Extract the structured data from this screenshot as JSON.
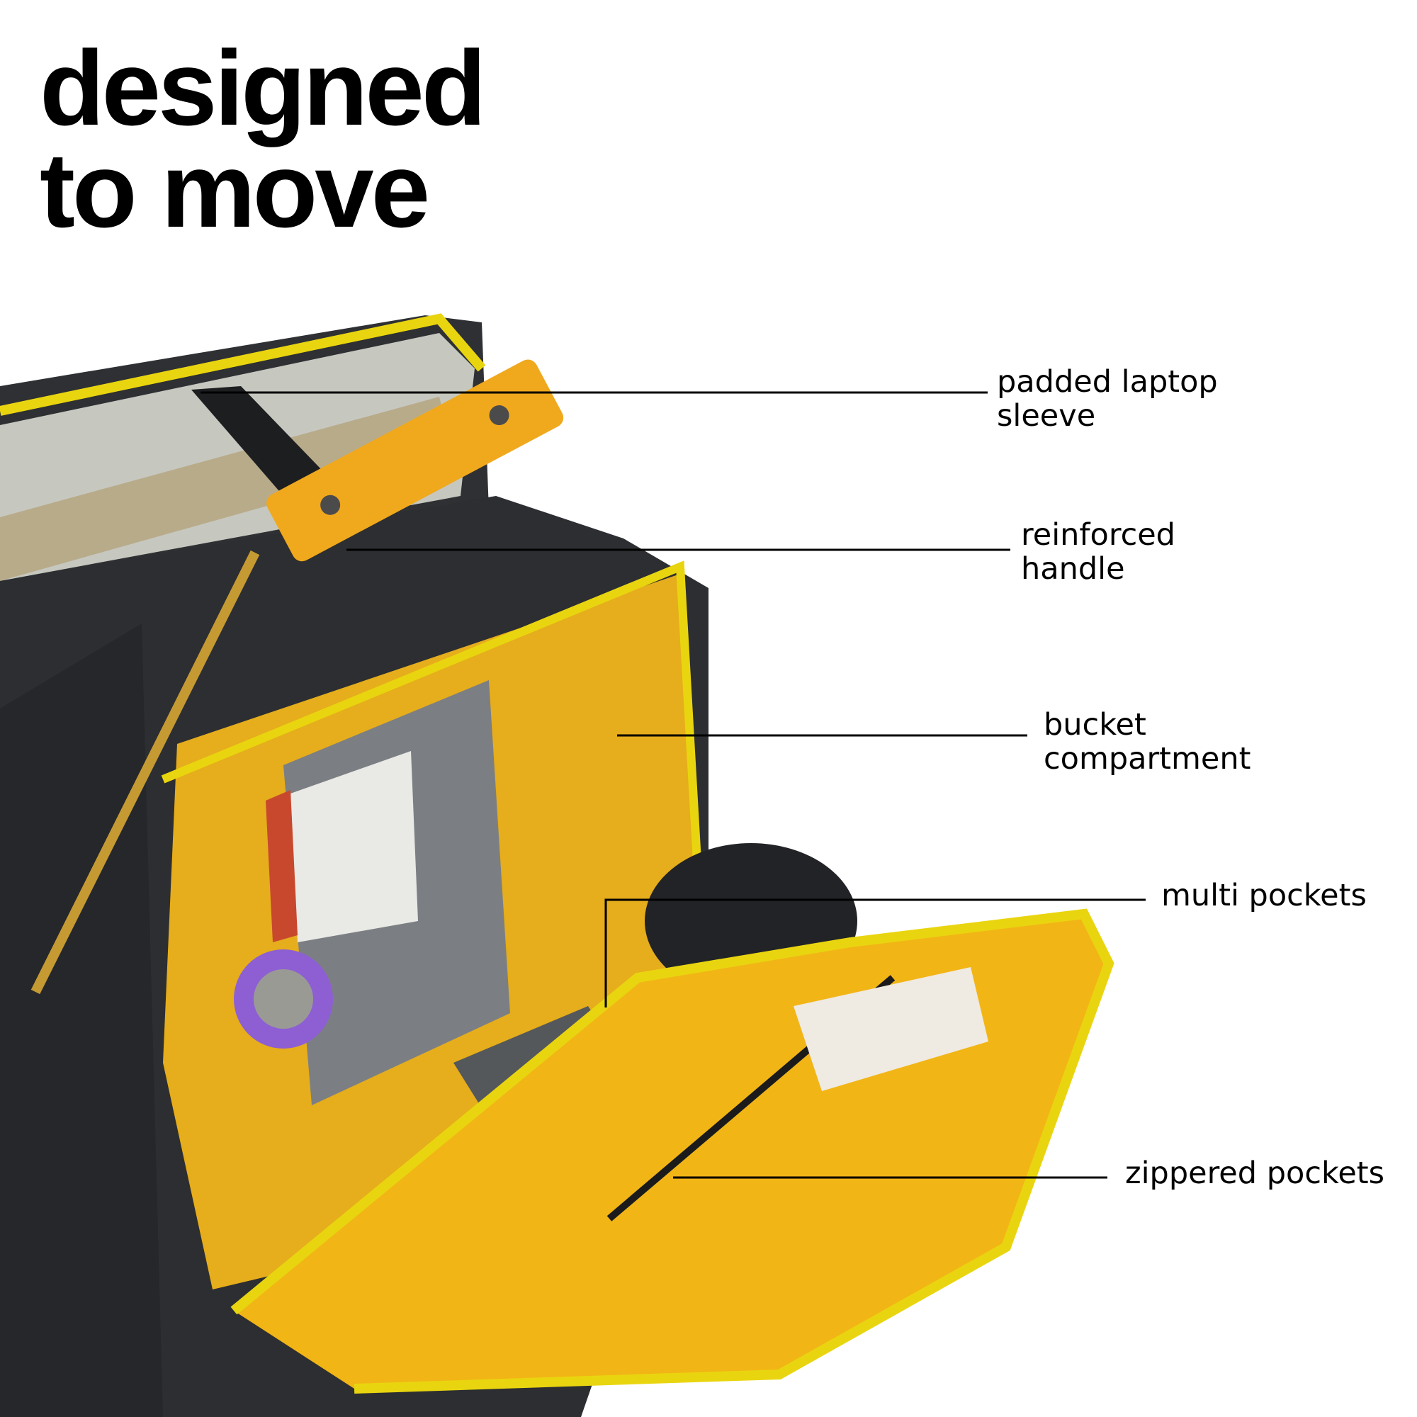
{
  "title": {
    "line1": "designed",
    "line2": "to move"
  },
  "callouts": [
    {
      "line1": "padded laptop",
      "line2": "sleeve"
    },
    {
      "line1": "reinforced",
      "line2": "handle"
    },
    {
      "line1": "bucket",
      "line2": "compartment"
    },
    {
      "line1": "multi pockets"
    },
    {
      "line1": "zippered pockets"
    }
  ],
  "colors": {
    "accent_yellow": "#f2b516",
    "zipper_yellow": "#e9d50f",
    "body_dark": "#2c2e31",
    "text": "#000000"
  }
}
